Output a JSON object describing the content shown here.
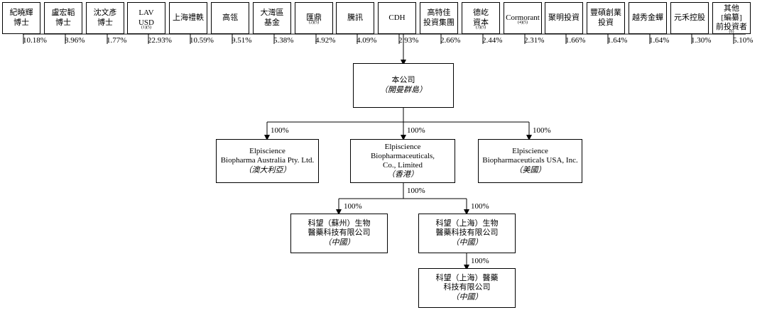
{
  "shareholders": [
    {
      "name": "紀曉輝\n博士",
      "sup": "",
      "pct": "10.18%"
    },
    {
      "name": "盧宏韜\n博士",
      "sup": "",
      "pct": "8.96%"
    },
    {
      "name": "沈文彥\n博士",
      "sup": "",
      "pct": "1.77%"
    },
    {
      "name": "LAV\nUSD",
      "sup": "(1)(5)",
      "pct": "22.93%"
    },
    {
      "name": "上海禮軼",
      "sup": "",
      "pct": "10.59%"
    },
    {
      "name": "高瓴",
      "sup": "",
      "pct": "9.51%"
    },
    {
      "name": "大灣區\n基金",
      "sup": "",
      "pct": "5.38%"
    },
    {
      "name": "匯鼎",
      "sup": "(2)(5)",
      "pct": "4.92%"
    },
    {
      "name": "騰訊",
      "sup": "",
      "pct": "4.09%"
    },
    {
      "name": "CDH",
      "sup": "",
      "pct": "2.93%"
    },
    {
      "name": "高特佳\n投資集團",
      "sup": "",
      "pct": "2.66%"
    },
    {
      "name": "德屹\n資本",
      "sup": "(3)(5)",
      "pct": "2.44%"
    },
    {
      "name": "Cormorant\n",
      "sup": "(4)(5)",
      "pct": "2.31%"
    },
    {
      "name": "聚明投資",
      "sup": "",
      "pct": "1.66%"
    },
    {
      "name": "豐碩創業\n投資",
      "sup": "",
      "pct": "1.64%"
    },
    {
      "name": "越秀金蟬",
      "sup": "",
      "pct": "1.64%"
    },
    {
      "name": "元禾控股",
      "sup": "",
      "pct": "1.30%"
    },
    {
      "name": "其他\n[編纂]\n前投資者",
      "sup": "(6)",
      "pct": "5.10%"
    }
  ],
  "company": {
    "name": "本公司",
    "location": "（開曼群島）"
  },
  "subsidiaries": {
    "australia": {
      "name": "Elpiscience\nBiopharma Australia Pty. Ltd.",
      "location": "（澳大利亞）",
      "ownership": "100%"
    },
    "hongkong": {
      "name": "Elpiscience\nBiopharmaceuticals,\nCo., Limited",
      "location": "（香港）",
      "ownership": "100%"
    },
    "usa": {
      "name": "Elpiscience\nBiopharmaceuticals USA, Inc.",
      "location": "（美國）",
      "ownership": "100%"
    },
    "hk_child_ownership": "100%",
    "suzhou": {
      "name": "科望（蘇州）生物\n醫藥科技有限公司",
      "location": "（中國）",
      "ownership": "100%"
    },
    "shanghai_bio": {
      "name": "科望（上海）生物\n醫藥科技有限公司",
      "location": "（中國）",
      "ownership": "100%"
    },
    "shanghai_pharma": {
      "name": "科望（上海）醫藥\n科技有限公司",
      "location": "（中國）",
      "ownership": "100%"
    }
  }
}
